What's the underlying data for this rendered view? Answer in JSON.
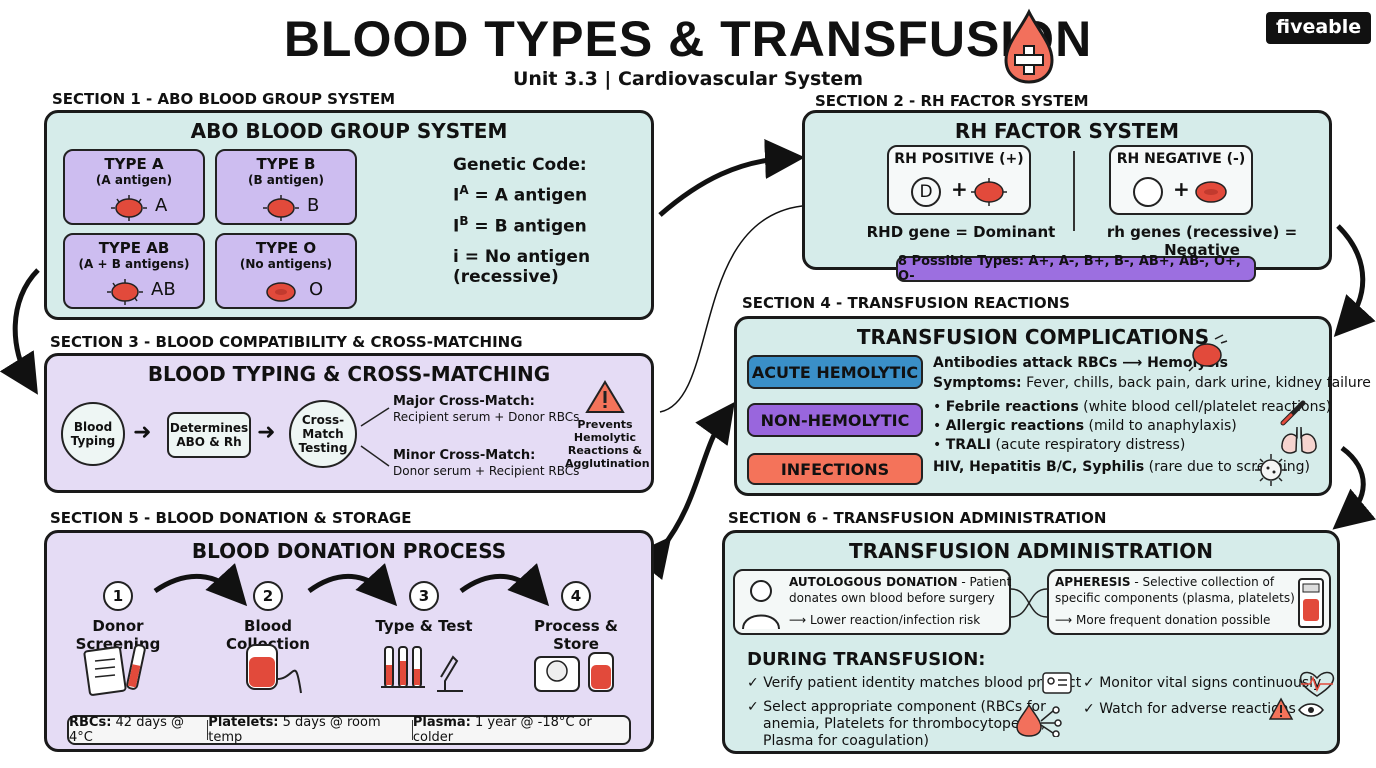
{
  "header": {
    "title": "BLOOD TYPES & TRANSFUSION",
    "subtitle": "Unit 3.3 | Cardiovascular System",
    "logo": "fiveable"
  },
  "s1": {
    "label": "SECTION 1 - ABO BLOOD GROUP SYSTEM",
    "title": "ABO BLOOD GROUP SYSTEM",
    "types": [
      {
        "name": "TYPE A",
        "desc": "(A antigen)",
        "mark": "A"
      },
      {
        "name": "TYPE B",
        "desc": "(B antigen)",
        "mark": "B"
      },
      {
        "name": "TYPE AB",
        "desc": "(A + B antigens)",
        "mark": "AB"
      },
      {
        "name": "TYPE O",
        "desc": "(No antigens)",
        "mark": "O"
      }
    ],
    "genetic_title": "Genetic Code:",
    "gene_a_sym": "I",
    "gene_a_sup": "A",
    "gene_a_text": " = A antigen",
    "gene_b_sym": "I",
    "gene_b_sup": "B",
    "gene_b_text": " = B antigen",
    "gene_i": "i = No antigen (recessive)"
  },
  "s2": {
    "label": "SECTION 2 - RH FACTOR SYSTEM",
    "title": "RH FACTOR SYSTEM",
    "pos_title": "RH POSITIVE (+)",
    "neg_title": "RH NEGATIVE (-)",
    "d": "D",
    "plus": "+",
    "pos_gene": "RHD gene = Dominant",
    "neg_gene": "rh genes (recessive) = Negative",
    "types_bar": "8 Possible Types: A+, A-, B+, B-, AB+, AB-, O+, O-"
  },
  "s3": {
    "label": "SECTION 3 - BLOOD COMPATIBILITY & CROSS-MATCHING",
    "title": "BLOOD TYPING & CROSS-MATCHING",
    "step1": "Blood Typing",
    "step2": "Determines ABO & Rh",
    "step3": "Cross-Match Testing",
    "major_title": "Major Cross-Match:",
    "major_desc": "Recipient serum + Donor RBCs",
    "minor_title": "Minor Cross-Match:",
    "minor_desc": "Donor serum + Recipient RBCs",
    "prevents": "Prevents Hemolytic Reactions & Agglutination"
  },
  "s4": {
    "label": "SECTION 4 - TRANSFUSION REACTIONS",
    "title": "TRANSFUSION COMPLICATIONS",
    "acute": "ACUTE HEMOLYTIC",
    "acute_line1": "Antibodies attack RBCs ⟶ Hemolysis",
    "acute_line2_b": "Symptoms:",
    "acute_line2": " Fever, chills, back pain, dark urine, kidney failure",
    "nonhem": "NON-HEMOLYTIC",
    "nh1_b": "Febrile reactions",
    "nh1": " (white blood cell/platelet reactions)",
    "nh2_b": "Allergic reactions",
    "nh2": " (mild to anaphylaxis)",
    "nh3_b": "TRALI",
    "nh3": " (acute respiratory distress)",
    "inf": "INFECTIONS",
    "inf_b": "HIV, Hepatitis B/C, Syphilis",
    "inf_line": " (rare due to screening)",
    "colors": {
      "acute": "#3a8fc7",
      "nonhem": "#9966dd",
      "inf": "#f4735a"
    }
  },
  "s5": {
    "label": "SECTION 5 - BLOOD DONATION & STORAGE",
    "title": "BLOOD DONATION PROCESS",
    "steps": [
      {
        "num": "1",
        "label": "Donor Screening"
      },
      {
        "num": "2",
        "label": "Blood Collection"
      },
      {
        "num": "3",
        "label": "Type & Test"
      },
      {
        "num": "4",
        "label": "Process & Store"
      }
    ],
    "rbc_b": "RBCs:",
    "rbc": " 42 days @ 4°C",
    "plt_b": "Platelets:",
    "plt": " 5 days @ room temp",
    "pla_b": "Plasma:",
    "pla": " 1 year @ -18°C or colder"
  },
  "s6": {
    "label": "SECTION 6 - TRANSFUSION ADMINISTRATION",
    "title": "TRANSFUSION ADMINISTRATION",
    "auto_b": "AUTOLOGOUS DONATION",
    "auto_1": " - Patient",
    "auto_2": "donates own blood before surgery",
    "auto_3": "⟶ Lower reaction/infection risk",
    "aph_b": "APHERESIS",
    "aph_1": " - Selective collection of",
    "aph_2": "specific components (plasma, platelets)",
    "aph_3": "⟶ More frequent donation possible",
    "during": "DURING TRANSFUSION:",
    "c1": "Verify patient identity matches blood product",
    "c2a": "Select appropriate component (RBCs for",
    "c2b": "anemia, Platelets for thrombocytopenia,",
    "c2c": "Plasma for coagulation)",
    "c3": "Monitor vital signs continuously",
    "c4": "Watch for adverse reactions",
    "check": "✓"
  }
}
